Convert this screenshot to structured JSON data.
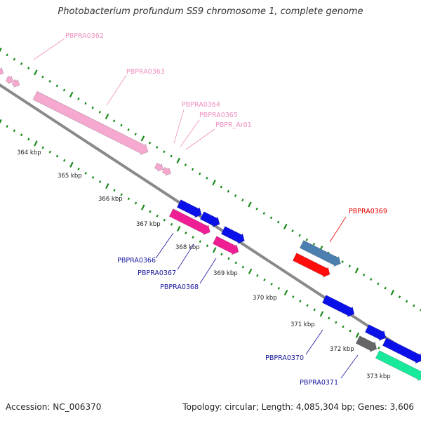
{
  "title": "Photobacterium profundum SS9 chromosome 1, complete genome",
  "footer": {
    "accession": "Accession: NC_006370",
    "summary": "Topology: circular; Length: 4,085,304 bp; Genes: 3,606"
  },
  "colors": {
    "pink": "#f7a8cf",
    "pink_label": "#ee8fc0",
    "blue": "#0a10e8",
    "blue_label": "#16169c",
    "magenta": "#f01e94",
    "red": "#ff0d0d",
    "red_label": "#e60000",
    "steel": "#4a7fb0",
    "gray": "#666666",
    "green": "#18e99a",
    "backbone": "#8a8a8a",
    "tick": "#1a8a1a"
  },
  "kbp_labels": [
    "364 kbp",
    "365 kbp",
    "366 kbp",
    "367 kbp",
    "368 kbp",
    "369 kbp",
    "370 kbp",
    "371 kbp",
    "372 kbp",
    "373 kbp"
  ],
  "genes": [
    {
      "label": "PBPRA0362",
      "color": "pink"
    },
    {
      "label": "PBPRA0363",
      "color": "pink"
    },
    {
      "label": "PBPRA0364",
      "color": "pink"
    },
    {
      "label": "PBPRA0365",
      "color": "pink"
    },
    {
      "label": "PBPR_Ar01",
      "color": "pink"
    },
    {
      "label": "PBPRA0366",
      "color": "blue"
    },
    {
      "label": "PBPRA0367",
      "color": "blue"
    },
    {
      "label": "PBPRA0368",
      "color": "blue"
    },
    {
      "label": "PBPRA0369",
      "color": "red"
    },
    {
      "label": "PBPRA0370",
      "color": "blue"
    },
    {
      "label": "PBPRA0371",
      "color": "blue"
    }
  ]
}
